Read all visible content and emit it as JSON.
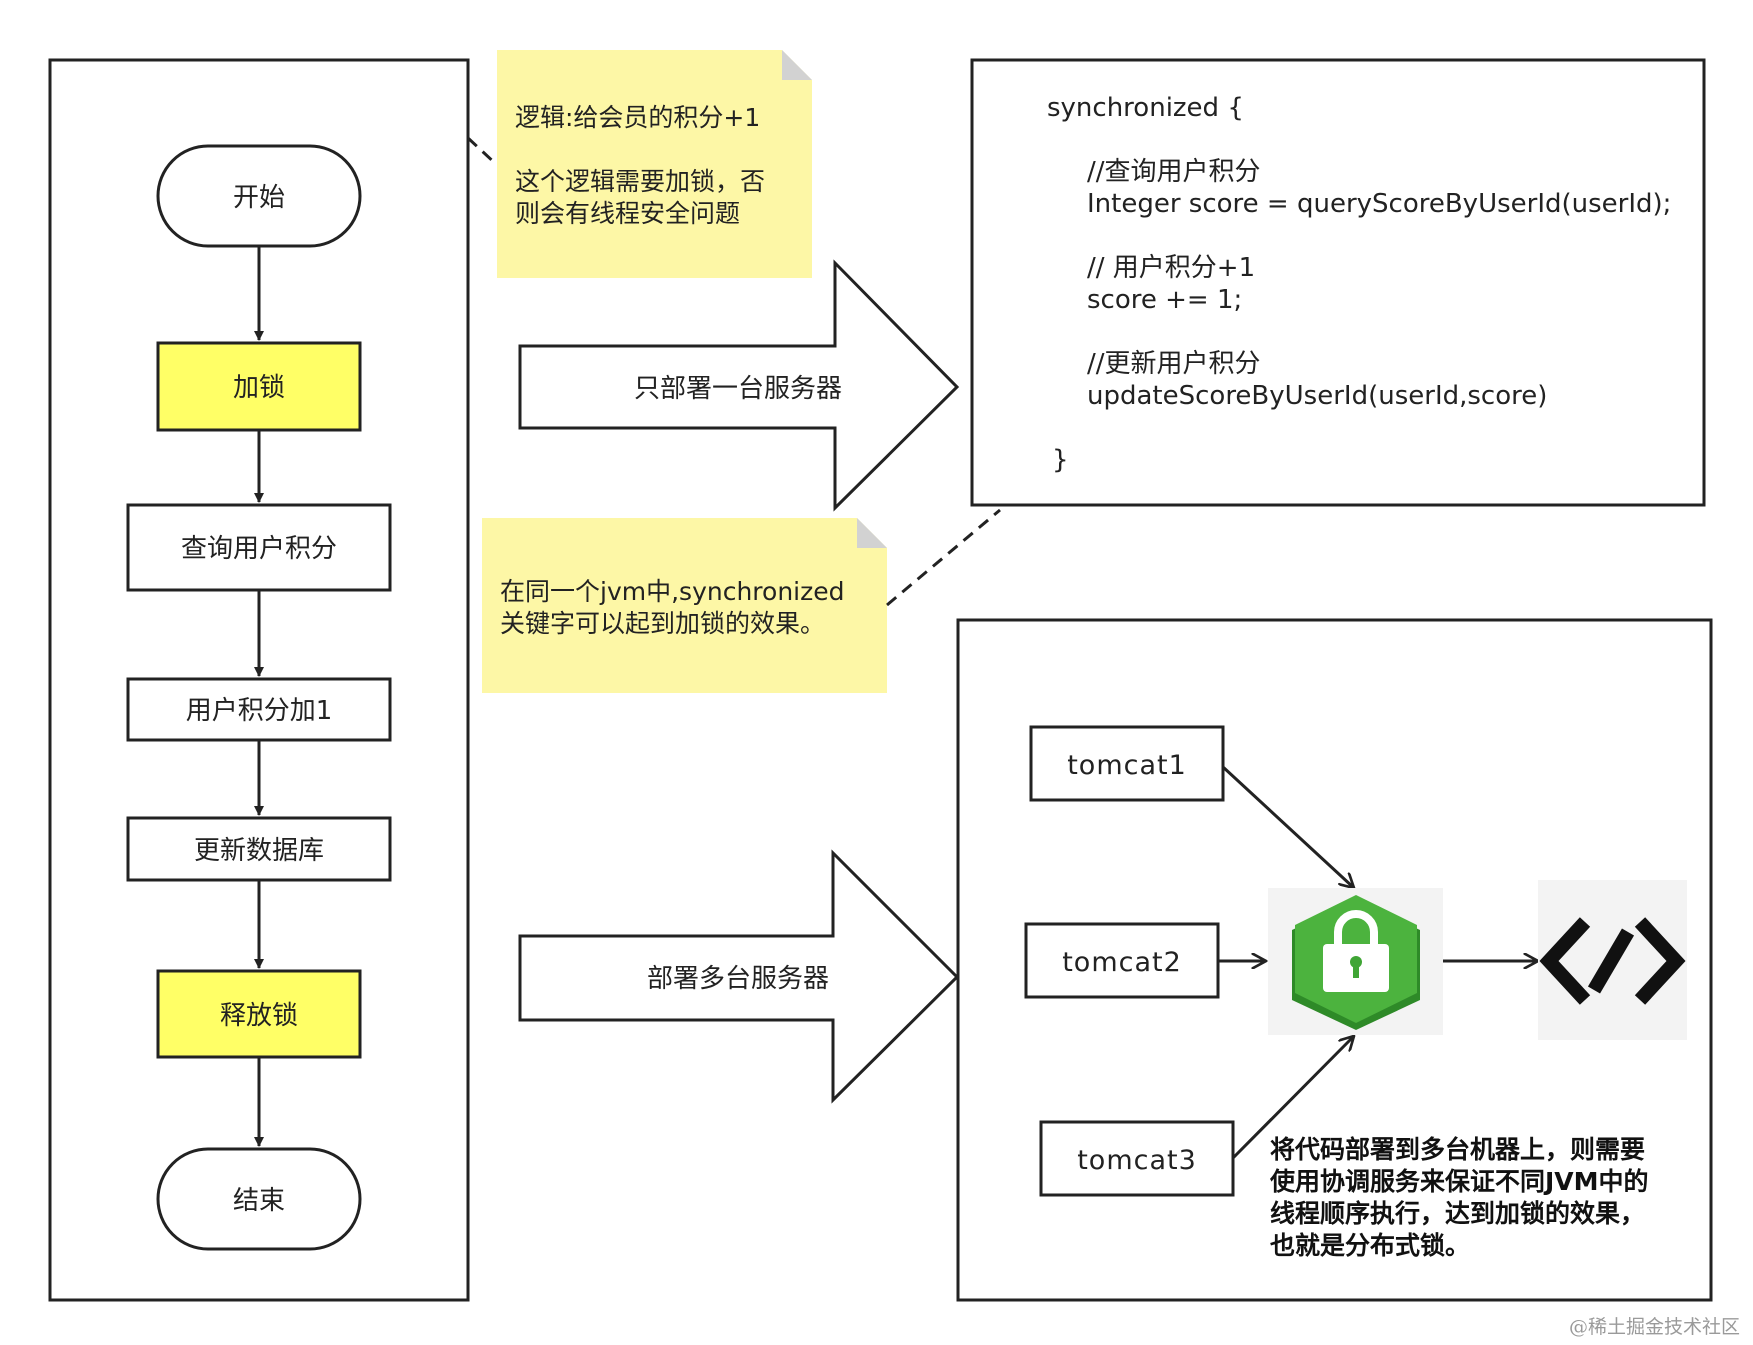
{
  "flow": {
    "start": "开始",
    "lock": "加锁",
    "query": "查询用户积分",
    "add": "用户积分加1",
    "update": "更新数据库",
    "release": "释放锁",
    "end": "结束"
  },
  "note_top": {
    "line1": "逻辑:给会员的积分+1",
    "line2": "这个逻辑需要加锁，否",
    "line3": "则会有线程安全问题"
  },
  "note_mid": {
    "line1": "在同一个jvm中,synchronized",
    "line2": "关键字可以起到加锁的效果。"
  },
  "arrows": {
    "single": "只部署一台服务器",
    "multi": "部署多台服务器"
  },
  "code": {
    "l1": "synchronized {",
    "l2": "//查询用户积分",
    "l3": "Integer score = queryScoreByUserId(userId);",
    "l4": "// 用户积分+1",
    "l5": "score += 1;",
    "l6": "//更新用户积分",
    "l7": "updateScoreByUserId(userId,score)",
    "l8": "}"
  },
  "cluster": {
    "tomcat1": "tomcat1",
    "tomcat2": "tomcat2",
    "tomcat3": "tomcat3",
    "desc1": "将代码部署到多台机器上，则需要",
    "desc2": "使用协调服务来保证不同JVM中的",
    "desc3": "线程顺序执行，达到加锁的效果，",
    "desc4": "也就是分布式锁。"
  },
  "watermark": "@稀土掘金技术社区",
  "colors": {
    "note_fill": "#fdf7a6",
    "lock_fill": "#ffff66",
    "lock_icon_green": "#3fa535"
  },
  "icons": [
    "padlock-icon",
    "code-icon"
  ]
}
